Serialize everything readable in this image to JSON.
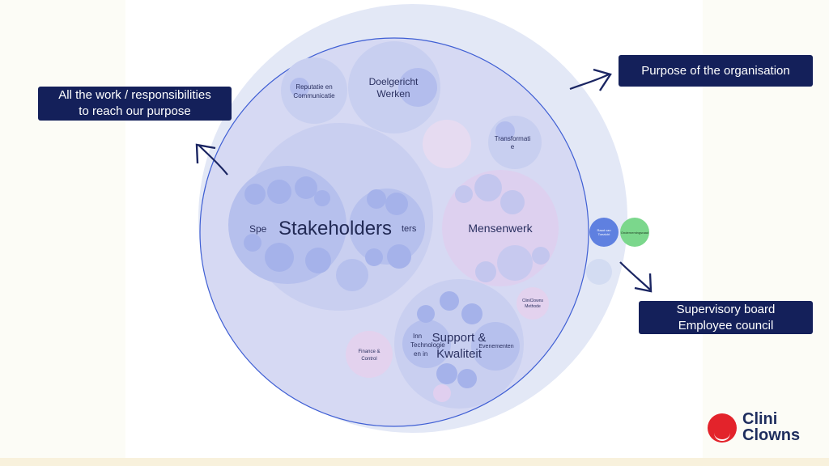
{
  "callouts": {
    "work": {
      "line1": "All the work / responsibilities",
      "line2": "to reach our purpose"
    },
    "purpose": {
      "line1": "Purpose of the organisation"
    },
    "board": {
      "line1": "Supervisory board",
      "line2": "Employee council"
    }
  },
  "circles": {
    "main": "Stakeholders",
    "left_inner": "Spe",
    "right_inner": "ters",
    "mensenwerk": "Mensenwerk",
    "support": "Support &",
    "support2": "Kwaliteit",
    "doelgericht": "Doelgericht",
    "doelgericht2": "Werken",
    "reputatie": "Reputatie en",
    "reputatie2": "Communicatie",
    "transformatie": "Transformati",
    "transformatie2": "e",
    "finance": "Finance &",
    "finance2": "Control",
    "cliniclowns_methode": "CliniClowns",
    "cliniclowns_methode2": "Methode",
    "inn": "Inn",
    "technologie": "Technologie",
    "en_in": "en in",
    "evenementen": "Evenementen",
    "raad": "Raad van",
    "raad2": "Toezicht",
    "ondernemingsraad": "Ondernemingsraad"
  },
  "logo": {
    "line1": "Clini",
    "line2": "Clowns"
  },
  "colors": {
    "navy": "#14205a",
    "brand_red": "#e3232b",
    "outer": "#e3e8f6",
    "main": "#d6d9f3",
    "bubble": "#b9c3ee",
    "pink": "#ecd7ee"
  }
}
